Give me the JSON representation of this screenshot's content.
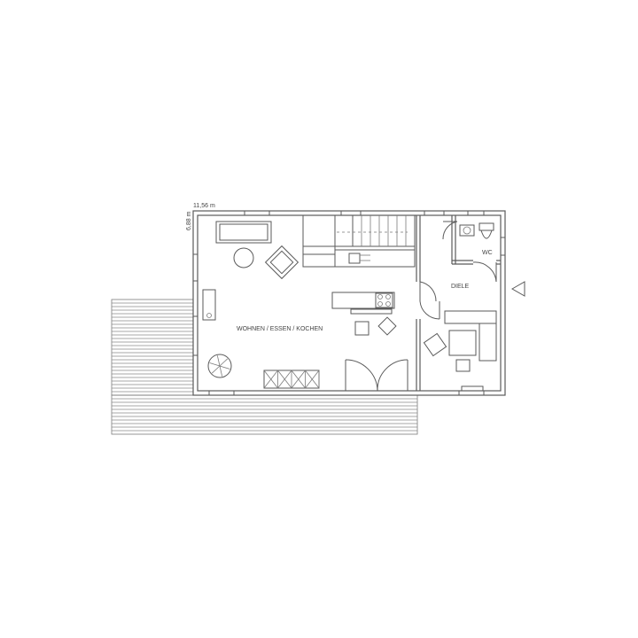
{
  "dimensions": {
    "width_label": "11,56 m",
    "depth_label": "6,88 m"
  },
  "rooms": {
    "living": "WOHNEN / ESSEN / KOCHEN",
    "hall": "DIELE",
    "wc": "WC"
  },
  "colors": {
    "line": "#5a5a5a",
    "text": "#444444"
  }
}
